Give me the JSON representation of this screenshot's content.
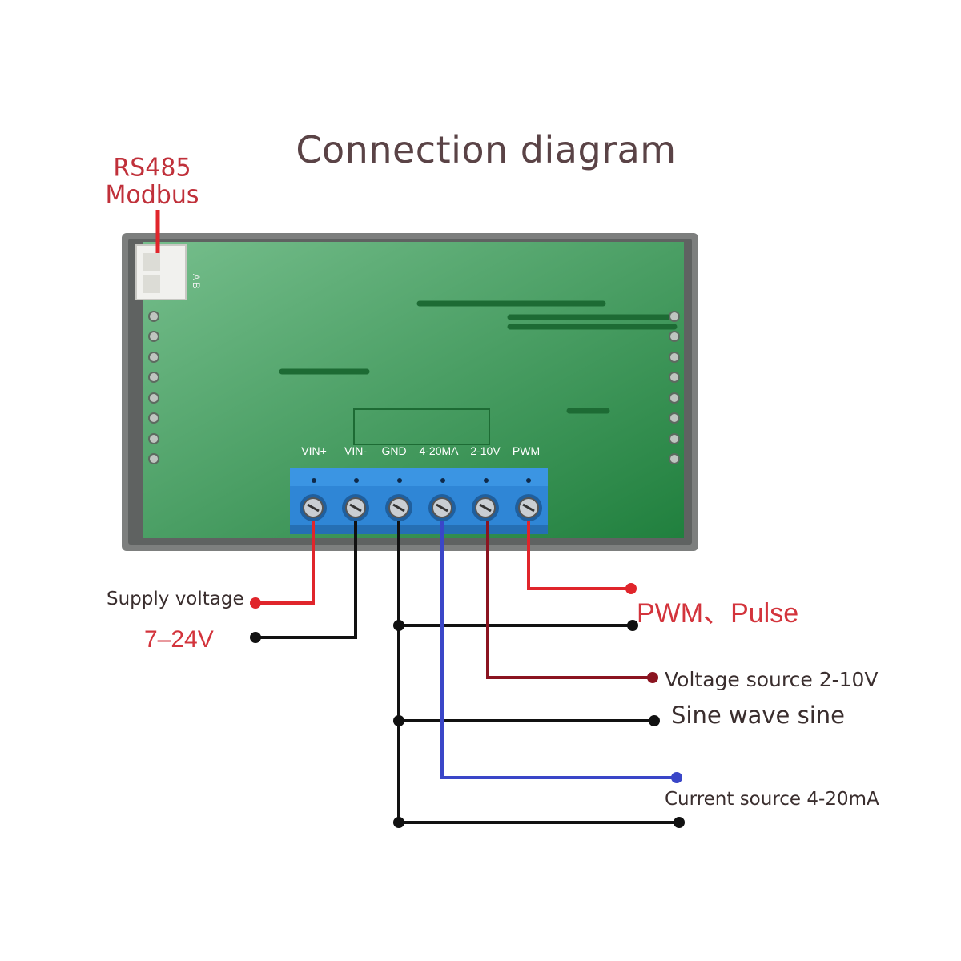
{
  "title": "Connection diagram",
  "rs485": {
    "line1": "RS485",
    "line2": "Modbus",
    "connector_pins": "A B"
  },
  "terminals": [
    "VIN+",
    "VIN-",
    "GND",
    "4-20MA",
    "2-10V",
    "PWM"
  ],
  "labels": {
    "supply": "Supply voltage",
    "supply_range": "7–24V",
    "pwm": "PWM、Pulse",
    "voltage": "Voltage source 2-10V",
    "sine": "Sine wave sine",
    "current": "Current source 4-20mA"
  },
  "colors": {
    "title": "#5a4346",
    "pcb": "#2c9b4e",
    "enclosure": "#7d7f7e",
    "terminal_block": "#2f86d6",
    "wire_red": "#e0252b",
    "wire_darkred": "#8b1420",
    "wire_blue": "#3a46c8",
    "wire_black": "#111111"
  }
}
